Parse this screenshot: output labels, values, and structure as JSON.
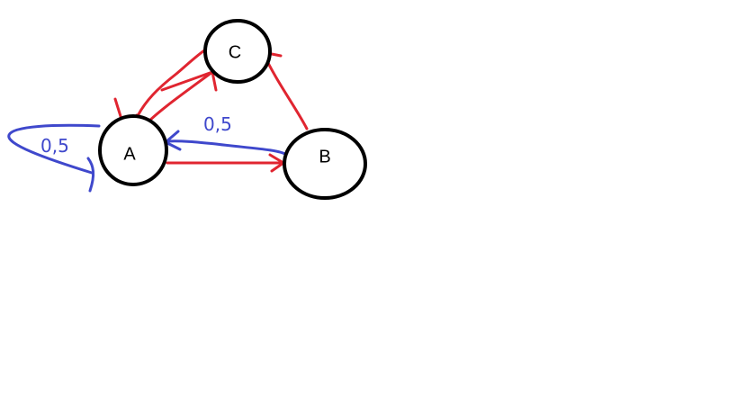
{
  "colors": {
    "background": "#ffffff",
    "node_stroke": "#000000",
    "red_edge": "#e02530",
    "blue_edge": "#3f48cc"
  },
  "nodes": {
    "a": {
      "label": "A"
    },
    "b": {
      "label": "B"
    },
    "c": {
      "label": "C"
    }
  },
  "edges": {
    "a_to_a": {
      "label": "0,5"
    },
    "b_to_a": {
      "label": "0,5"
    }
  }
}
